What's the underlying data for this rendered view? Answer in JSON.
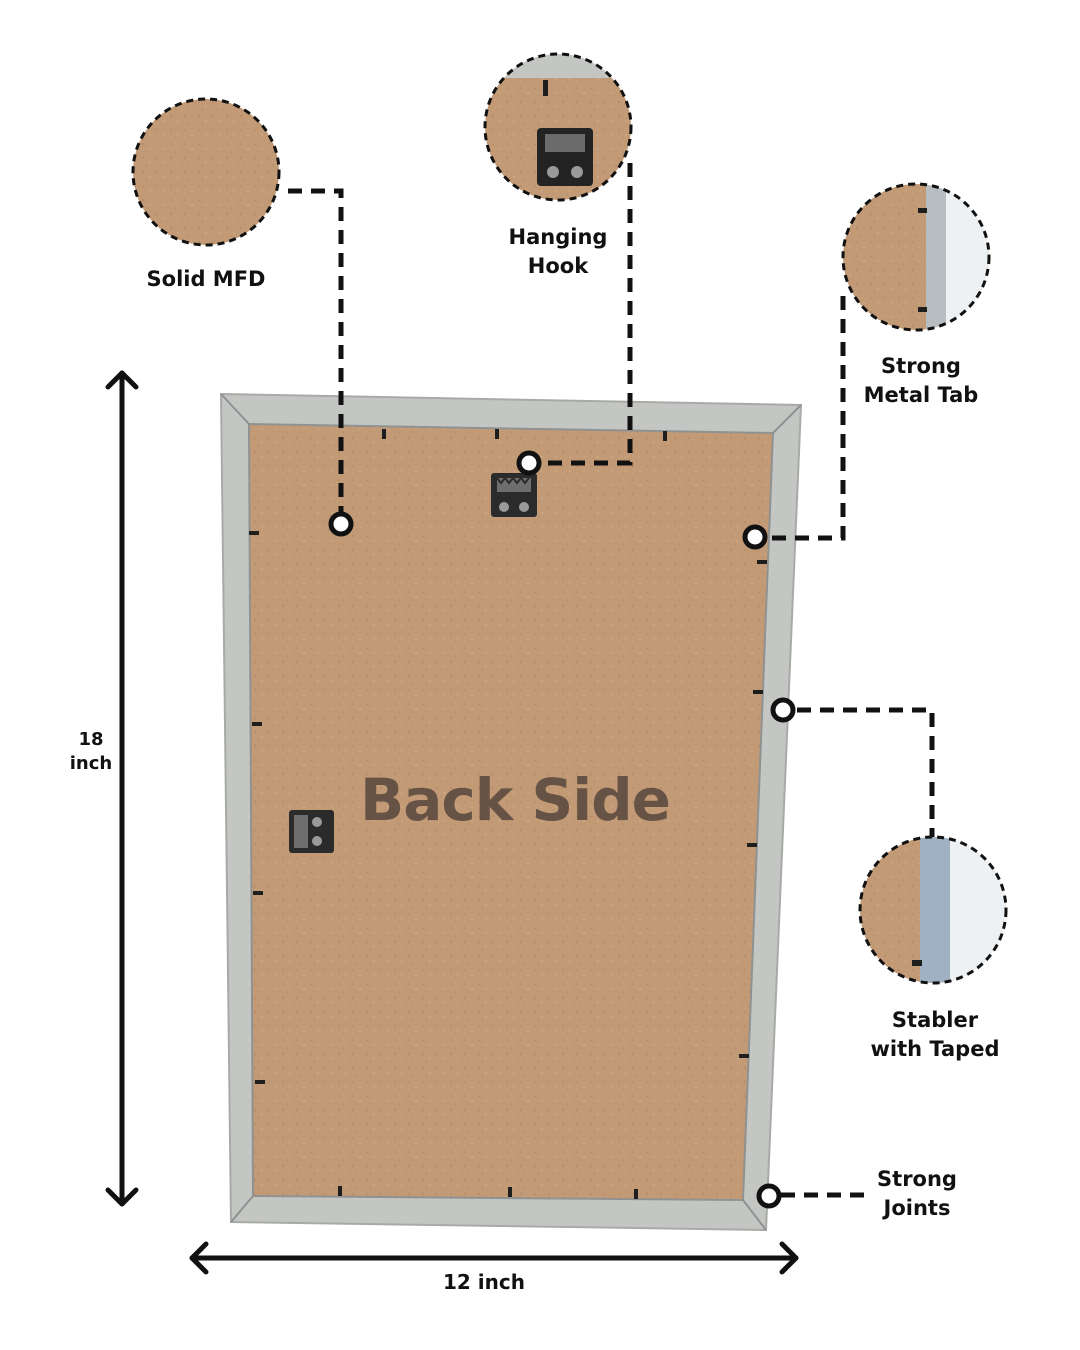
{
  "panel": {
    "title": "Back Side"
  },
  "dimensions": {
    "height_value": "18",
    "height_unit": "inch",
    "width_label": "12 inch"
  },
  "callouts": {
    "solid_mfd": {
      "label": "Solid MFD"
    },
    "hanging_hook": {
      "line1": "Hanging",
      "line2": "Hook"
    },
    "metal_tab": {
      "line1": "Strong",
      "line2": "Metal Tab"
    },
    "stabler": {
      "line1": "Stabler",
      "line2": "with Taped"
    },
    "joints": {
      "line1": "Strong",
      "line2": "Joints"
    }
  },
  "colors": {
    "background": "#ffffff",
    "frame": "#c4c6c3",
    "frame_shadow": "#9fa29f",
    "mdf_board": "#c39a76",
    "hardware": "#2b2b2b",
    "ink": "#111111"
  },
  "icons": [
    "hanging-hook-icon",
    "metal-tab-icon",
    "arrow-icon"
  ]
}
